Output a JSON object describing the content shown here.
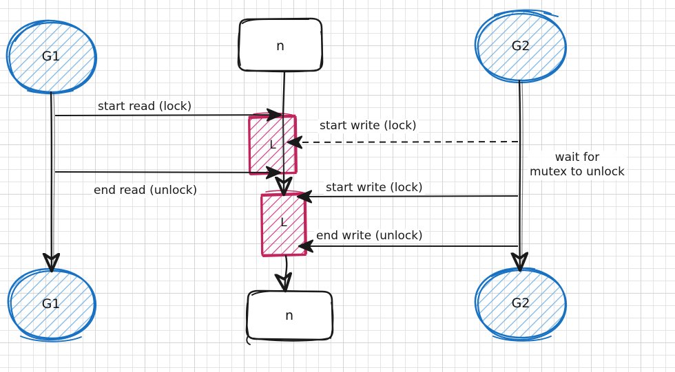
{
  "diagram": {
    "title": "reader-writer mutex sequence diagram",
    "style": "hand-drawn sketch on graph paper",
    "colors": {
      "goroutine_stroke": "#1971c2",
      "goroutine_fill": "#a5d8ff",
      "lock_stroke": "#c2255c",
      "lock_fill": "#e64980",
      "node_stroke": "#1a1a1a",
      "message_stroke": "#1a1a1a",
      "background": "#ffffff",
      "grid": "#c8c8c8"
    },
    "nodes": {
      "goroutine_1_top": "G1",
      "goroutine_1_bottom": "G1",
      "goroutine_2_top": "G2",
      "goroutine_2_bottom": "G2",
      "value_top": "n",
      "value_bottom": "n",
      "lock_read": "L",
      "lock_write": "L"
    },
    "messages": {
      "start_read": "start read (lock)",
      "end_read": "end read (unlock)",
      "start_write_blocked": "start write (lock)",
      "start_write": "start write (lock)",
      "end_write": "end write (unlock)"
    },
    "annotations": {
      "wait_line1": "wait for",
      "wait_line2": "mutex to unlock"
    }
  }
}
